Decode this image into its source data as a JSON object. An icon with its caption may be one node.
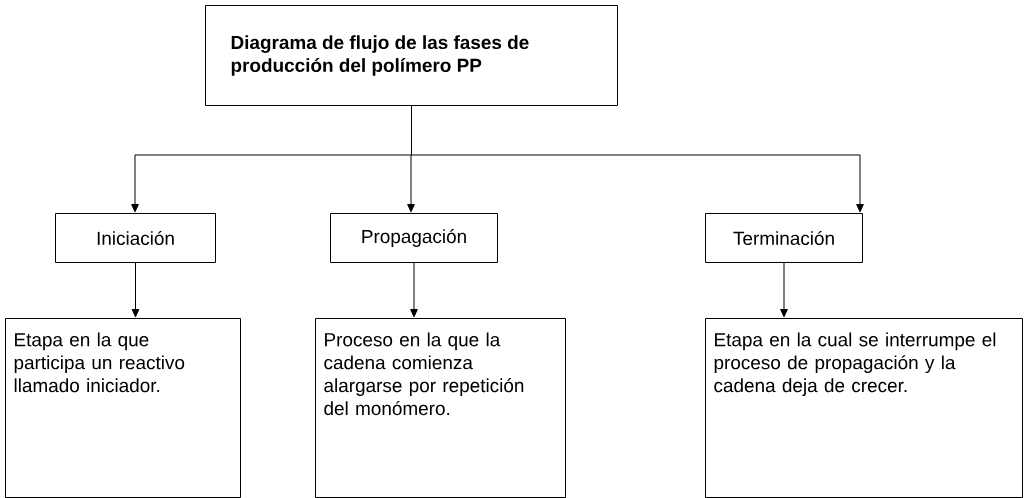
{
  "diagram": {
    "nodes": [
      {
        "text": [
          "Diagrama de flujo de las fases de producción del polímero PP"
        ]
      },
      {
        "text": [
          "Iniciación"
        ]
      },
      {
        "text": [
          "Propagación"
        ]
      },
      {
        "text": [
          "Terminación"
        ]
      },
      {
        "text": [
          "Etapa en la que participa un reactivo llamado iniciador."
        ]
      },
      {
        "text": [
          "Proceso en la que la cadena comienza alargarse por repetición del monómero."
        ]
      },
      {
        "text": [
          "Etapa en la cual se interrumpe el proceso de propagación y la cadena deja de crecer."
        ]
      }
    ],
    "edges": [
      {
        "from": 0,
        "to": 1,
        "arrow": "to"
      },
      {
        "from": 0,
        "to": 2,
        "arrow": "to"
      },
      {
        "from": 0,
        "to": 3,
        "arrow": "to"
      },
      {
        "from": 1,
        "to": 4,
        "arrow": "to"
      },
      {
        "from": 2,
        "to": 5,
        "arrow": "to"
      },
      {
        "from": 3,
        "to": 6,
        "arrow": "to"
      }
    ]
  }
}
